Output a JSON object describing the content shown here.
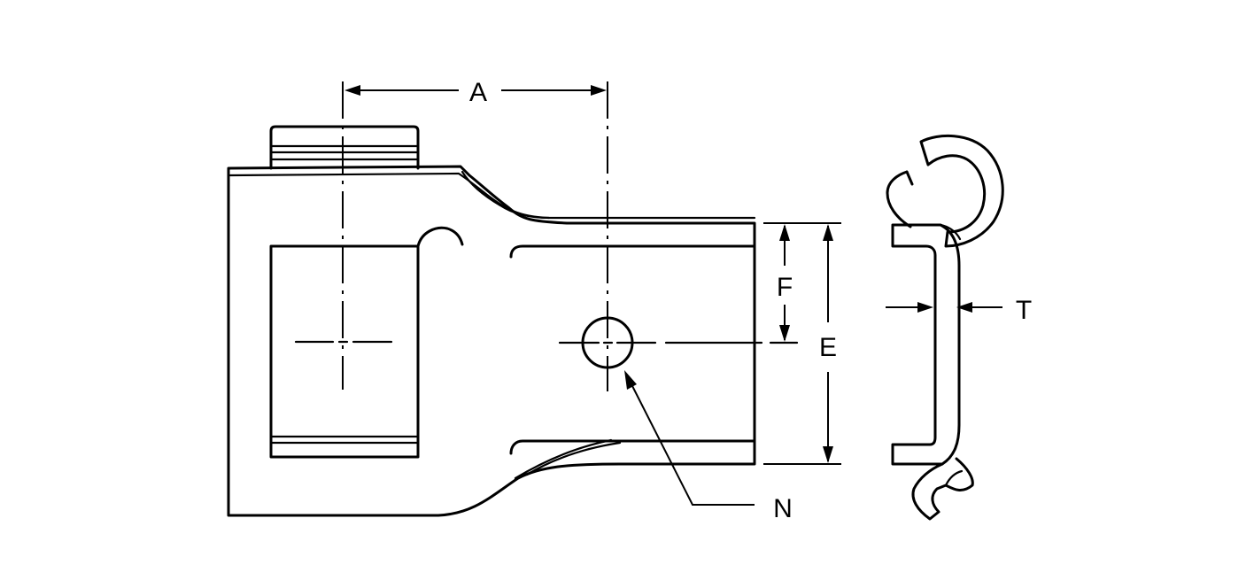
{
  "labels": {
    "a": "A",
    "f": "F",
    "e": "E",
    "t": "T",
    "n": "N"
  },
  "colors": {
    "line": "#000000",
    "background": "#ffffff"
  }
}
